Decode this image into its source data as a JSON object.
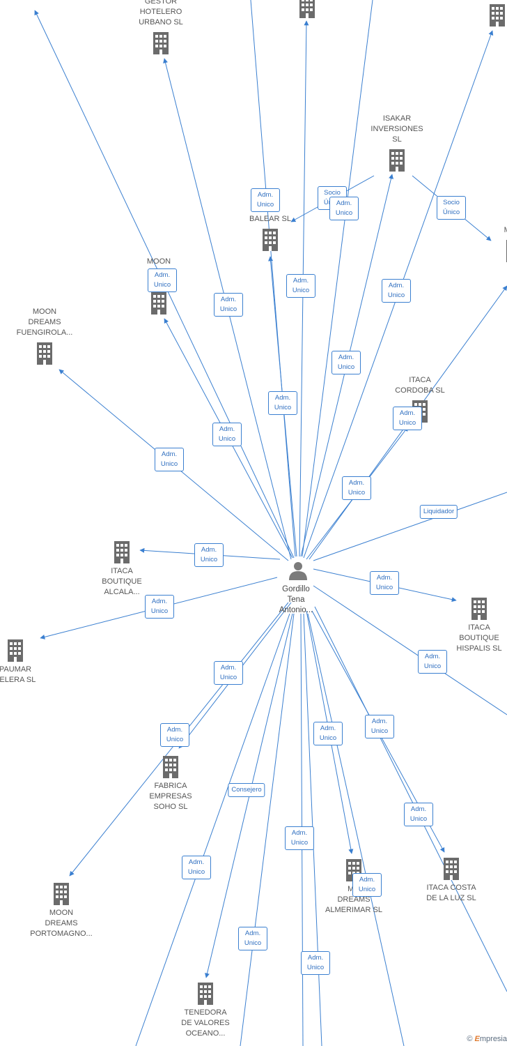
{
  "center": {
    "name": [
      "Gordillo",
      "Tena",
      "Antonio..."
    ],
    "icon": "person-icon"
  },
  "colors": {
    "edge": "#3a7fd0",
    "building": "#6b6b6b",
    "person": "#7b7b7b",
    "text": "#555555"
  },
  "nodes": [
    {
      "id": "gestor",
      "label": [
        "GESTOR",
        "HOTELERO",
        "URBANO SL"
      ],
      "icon": "building-icon"
    },
    {
      "id": "top-center",
      "label": [],
      "icon": "building-icon"
    },
    {
      "id": "top-right",
      "label": [],
      "icon": "building-icon"
    },
    {
      "id": "isakar",
      "label": [
        "ISAKAR",
        "INVERSIONES",
        "SL"
      ],
      "icon": "building-icon"
    },
    {
      "id": "balear",
      "label": [
        "O      ON",
        "H      RA",
        "BALEAR SL"
      ],
      "icon": "building-icon"
    },
    {
      "id": "moon-n",
      "label": [
        "MOON",
        "D",
        "N"
      ],
      "icon": "building-icon"
    },
    {
      "id": "moon-fuengirola",
      "label": [
        "MOON",
        "DREAMS",
        "FUENGIROLA..."
      ],
      "icon": "building-icon"
    },
    {
      "id": "mij",
      "label": [
        "MA",
        "MIJ H"
      ],
      "icon": "building-icon"
    },
    {
      "id": "itaca-cordoba",
      "label": [
        "ITACA",
        "CORDOBA SL"
      ],
      "icon": "building-icon"
    },
    {
      "id": "itaca-alcala",
      "label": [
        "ITACA",
        "BOUTIQUE",
        "ALCALA..."
      ],
      "icon": "building-icon"
    },
    {
      "id": "itaca-hispalis",
      "label": [
        "ITACA",
        "BOUTIQUE",
        "HISPALIS SL"
      ],
      "icon": "building-icon"
    },
    {
      "id": "paumar",
      "label": [
        "PAUMAR",
        "TELERA SL"
      ],
      "icon": "building-icon"
    },
    {
      "id": "fabrica",
      "label": [
        "FABRICA",
        "EMPRESAS",
        "SOHO SL"
      ],
      "icon": "building-icon"
    },
    {
      "id": "moon-portomagno",
      "label": [
        "MOON",
        "DREAMS",
        "PORTOMAGNO..."
      ],
      "icon": "building-icon"
    },
    {
      "id": "moon-almerimar",
      "label": [
        "MO",
        "DREAMS",
        "ALMERIMAR SL"
      ],
      "icon": "building-icon"
    },
    {
      "id": "itaca-costa",
      "label": [
        "ITACA COSTA",
        "DE LA LUZ SL"
      ],
      "icon": "building-icon"
    },
    {
      "id": "tenedora",
      "label": [
        "TENEDORA",
        "DE VALORES",
        "OCEANO..."
      ],
      "icon": "building-icon"
    }
  ],
  "edge_labels": [
    "Adm.\nUnico",
    "Socio\nÚnico",
    "Adm.\nUnico",
    "Socio\nÚnico",
    "Adm.\nUnico",
    "Adm.\nUnico",
    "Adm.\nUnico",
    "Adm.\nUnico",
    "Adm.\nUnico",
    "Adm.\nUnico",
    "Adm.\nUnico",
    "Adm.\nUnico",
    "Adm.\nUnico",
    "Adm.\nUnico",
    "Adm.\nUnico",
    "Liquidador",
    "Adm.\nUnico",
    "Adm.\nUnico",
    "Adm.\nUnico",
    "Adm.\nUnico",
    "Adm.\nUnico",
    "Adm.\nUnico",
    "Adm.\nUnico",
    "Adm.\nUnico",
    "Consejero",
    "Adm.\nUnico",
    "Adm.\nUnico",
    "Adm.\nUnico",
    "Adm.\nUnico",
    "Adm.\nUnico",
    "Adm.\nUnico,..."
  ],
  "footer": {
    "copyright": "©",
    "brand_initial": "E",
    "brand_rest": "mpresia"
  }
}
